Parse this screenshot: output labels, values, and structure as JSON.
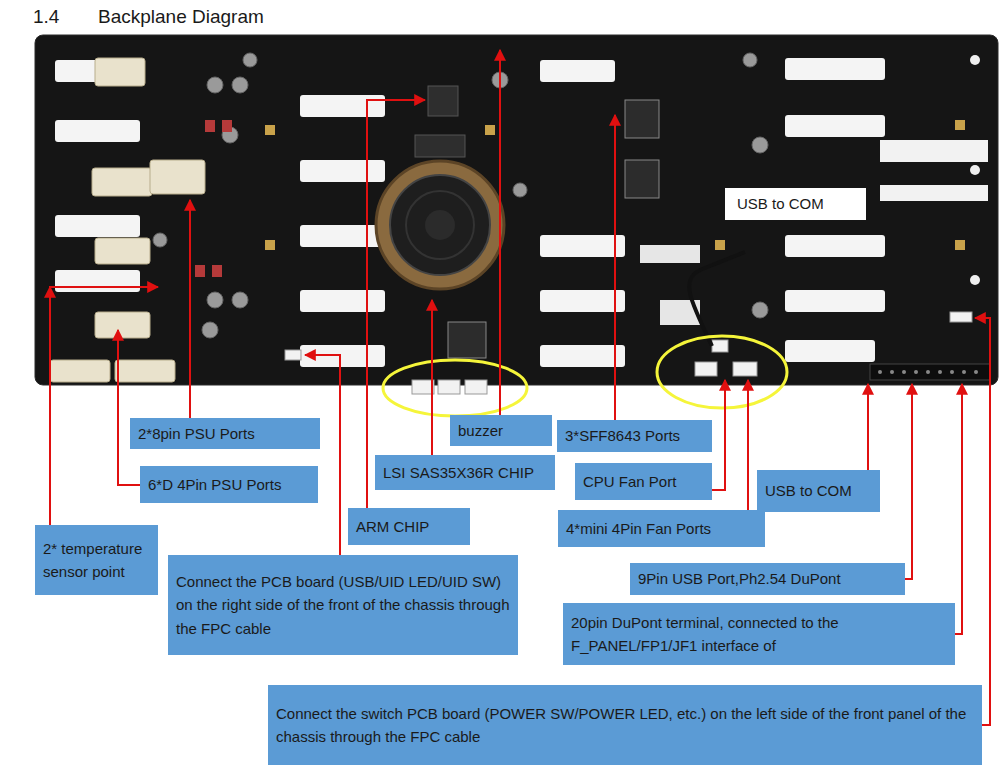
{
  "diagram": {
    "title": "Backplane Diagram",
    "nodes": [
      {
        "text": [
          "USB to COM"
        ]
      },
      {
        "text": [
          "2*8pin PSU Ports"
        ]
      },
      {
        "text": [
          "buzzer"
        ]
      },
      {
        "text": [
          "3*SFF8643 Ports"
        ]
      },
      {
        "text": [
          "6*D 4Pin PSU Ports"
        ]
      },
      {
        "text": [
          "LSI SAS35X36R CHIP"
        ]
      },
      {
        "text": [
          "CPU Fan Port"
        ]
      },
      {
        "text": [
          "USB to COM"
        ]
      },
      {
        "text": [
          "ARM CHIP"
        ]
      },
      {
        "text": [
          "4*mini 4Pin Fan Ports"
        ]
      },
      {
        "text": [
          "2* temperature sensor point"
        ]
      },
      {
        "text": [
          "Connect the PCB board (USB/UID LED/UID SW) on the right side of the front of the chassis through the FPC cable"
        ]
      },
      {
        "text": [
          "9Pin USB Port,Ph2.54 DuPont"
        ]
      },
      {
        "text": [
          "20pin DuPont terminal, connected to the F_PANEL/FP1/JF1 interface of"
        ]
      },
      {
        "text": [
          "Connect the switch PCB board (POWER SW/POWER LED, etc.) on the left side of the front panel of the chassis through the FPC cable"
        ]
      }
    ],
    "labels": [
      "1.4"
    ]
  }
}
